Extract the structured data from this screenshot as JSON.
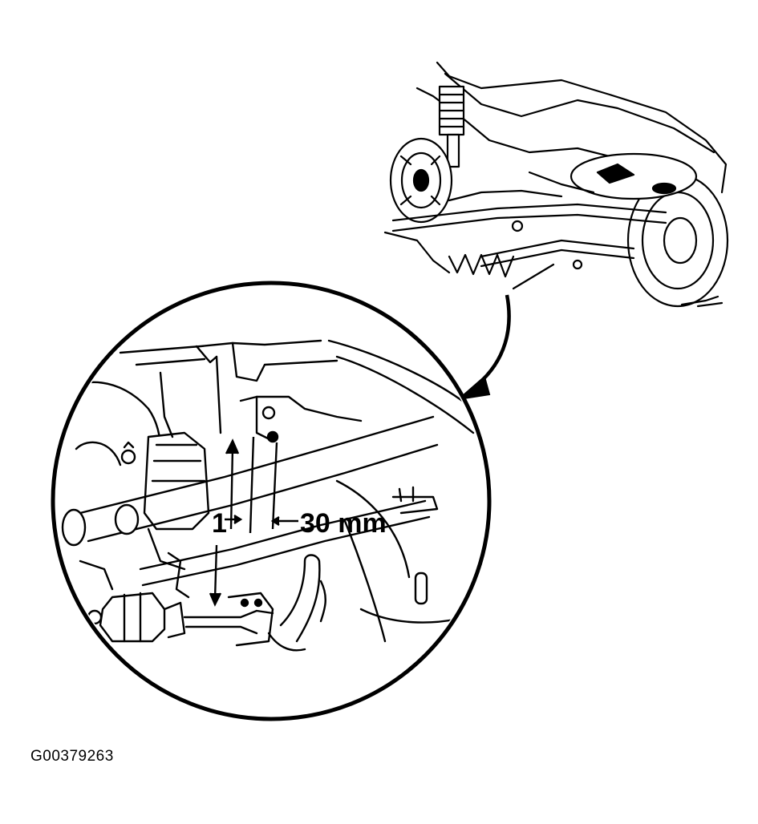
{
  "diagram": {
    "callout_number": "1",
    "dimension_label": "30 mm",
    "figure_id": "G00379263",
    "colors": {
      "ink": "#000000",
      "paper": "#ffffff"
    }
  }
}
